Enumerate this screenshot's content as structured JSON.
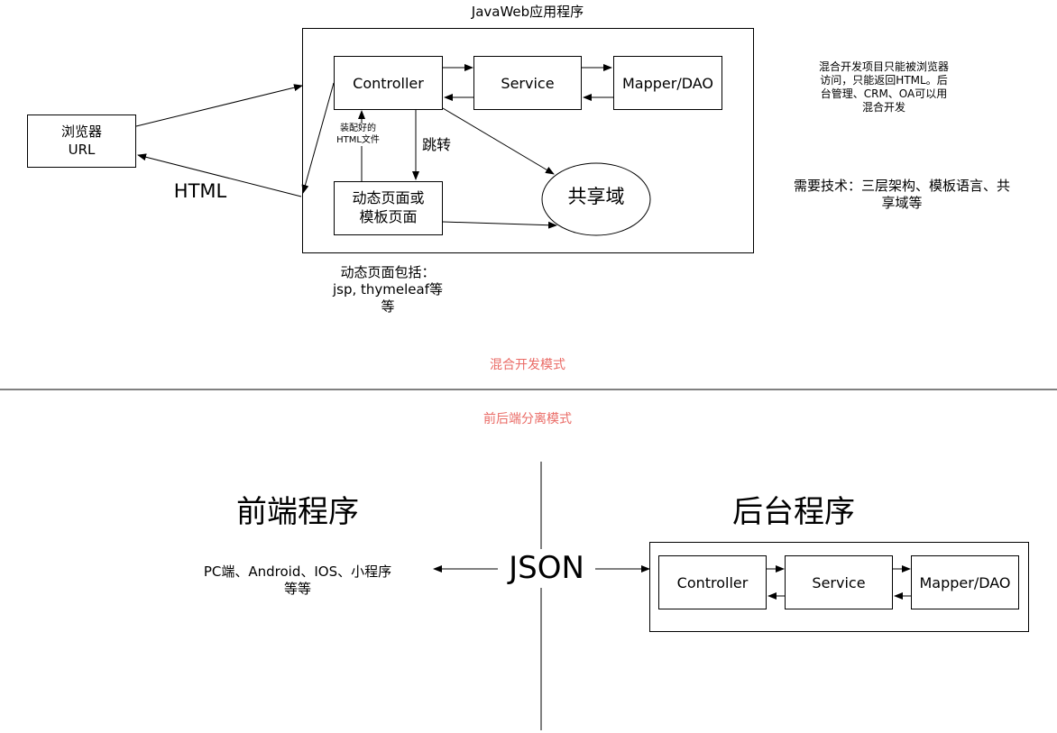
{
  "top": {
    "app_title": "JavaWeb应用程序",
    "browser": "浏览器\nURL",
    "controller": "Controller",
    "service": "Service",
    "mapper": "Mapper/DAO",
    "assembled_html": "装配好的\nHTML文件",
    "jump": "跳转",
    "dynamic_page": "动态页面或\n模板页面",
    "shared_scope": "共享域",
    "html_label": "HTML",
    "dynamic_note": "动态页面包括：\njsp, thymeleaf等\n等",
    "mixed_note": "混合开发项目只能被浏览器\n访问，只能返回HTML。后\n台管理、CRM、OA可以用\n混合开发",
    "tech_note": "需要技术：三层架构、模板语言、共\n享域等"
  },
  "divider": {
    "mixed_mode": "混合开发模式",
    "separated_mode": "前后端分离模式"
  },
  "bottom": {
    "frontend_title": "前端程序",
    "frontend_desc": "PC端、Android、IOS、小程序\n等等",
    "json": "JSON",
    "backend_title": "后台程序",
    "controller": "Controller",
    "service": "Service",
    "mapper": "Mapper/DAO"
  },
  "colors": {
    "mode_label": "#ea6b66",
    "line": "#000000"
  }
}
